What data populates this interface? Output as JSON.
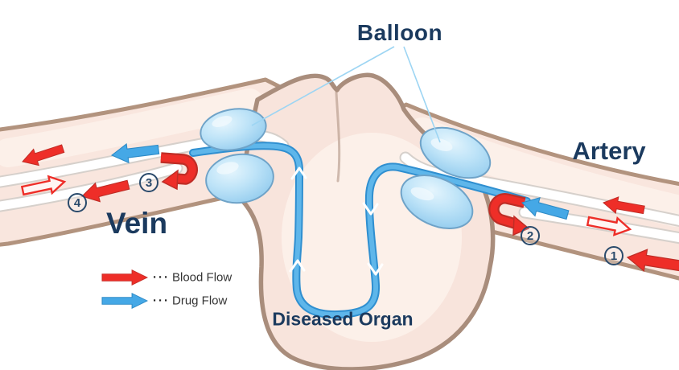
{
  "diagram": {
    "labels": {
      "balloon": "Balloon",
      "artery": "Artery",
      "vein": "Vein",
      "organ": "Diseased Organ"
    },
    "steps": [
      {
        "number": "1"
      },
      {
        "number": "2"
      },
      {
        "number": "3"
      },
      {
        "number": "4"
      }
    ],
    "legend": {
      "items": [
        {
          "icon": "red-arrow",
          "dots": "···",
          "label": "Blood Flow"
        },
        {
          "icon": "blue-arrow",
          "dots": "···",
          "label": "Drug Flow"
        }
      ]
    },
    "colors": {
      "blood_red": "#ee2e28",
      "blood_red_dark": "#bf2d26",
      "drug_blue": "#45a8e6",
      "drug_blue_dark": "#2f8fd0",
      "drug_blue_light": "#5eb6ea",
      "vessel_wall": "#b2937e",
      "vessel_fill": "#f9e6de",
      "vessel_inner": "#fcf0e9",
      "organ_wall": "#a98d7c",
      "organ_fill": "#f8e4dc",
      "tube_edge": "#d6d0cb",
      "tube_fill": "#ffffff",
      "balloon_stroke": "#6fa3c8",
      "pointer_blue": "#9dd5f3",
      "label_navy": "#1b3a5e",
      "step_ring": "#2a4a6b",
      "legend_text": "#3b3b3b"
    }
  }
}
